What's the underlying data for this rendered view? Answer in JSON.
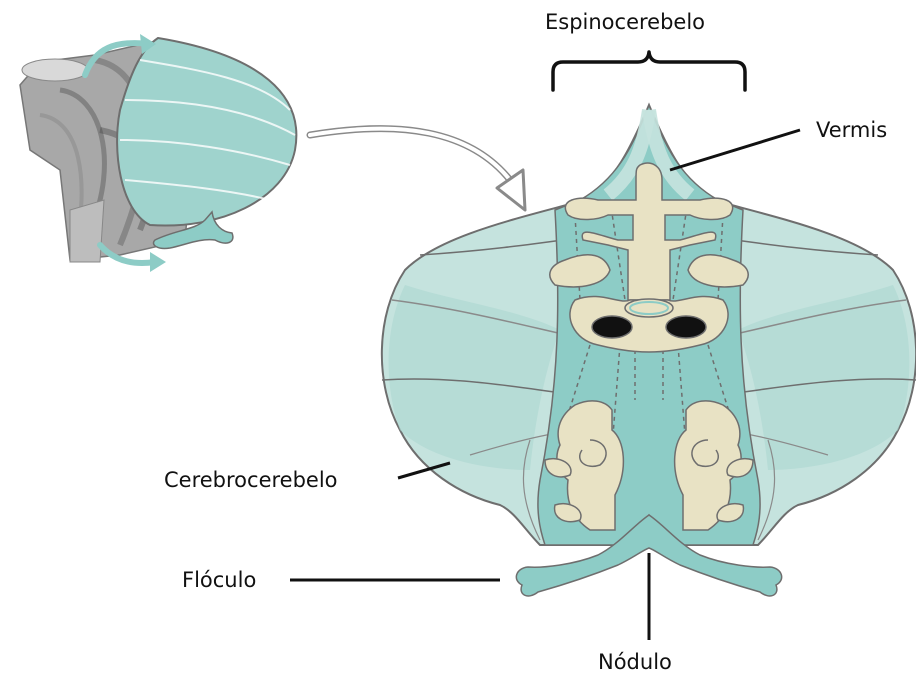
{
  "labels": {
    "espinocerebelo": "Espinocerebelo",
    "vermis": "Vermis",
    "cerebrocerebelo": "Cerebrocerebelo",
    "floculo": "Flóculo",
    "nodulo": "Nódulo"
  },
  "colors": {
    "hemisphere_light": "#c5e3de",
    "vermis_teal": "#8dccc6",
    "tract_beige": "#e8e2c4",
    "outline": "#6e6e6e",
    "fold_line": "#8a8a8a",
    "brainstem_gray": "#9a9a9a"
  }
}
